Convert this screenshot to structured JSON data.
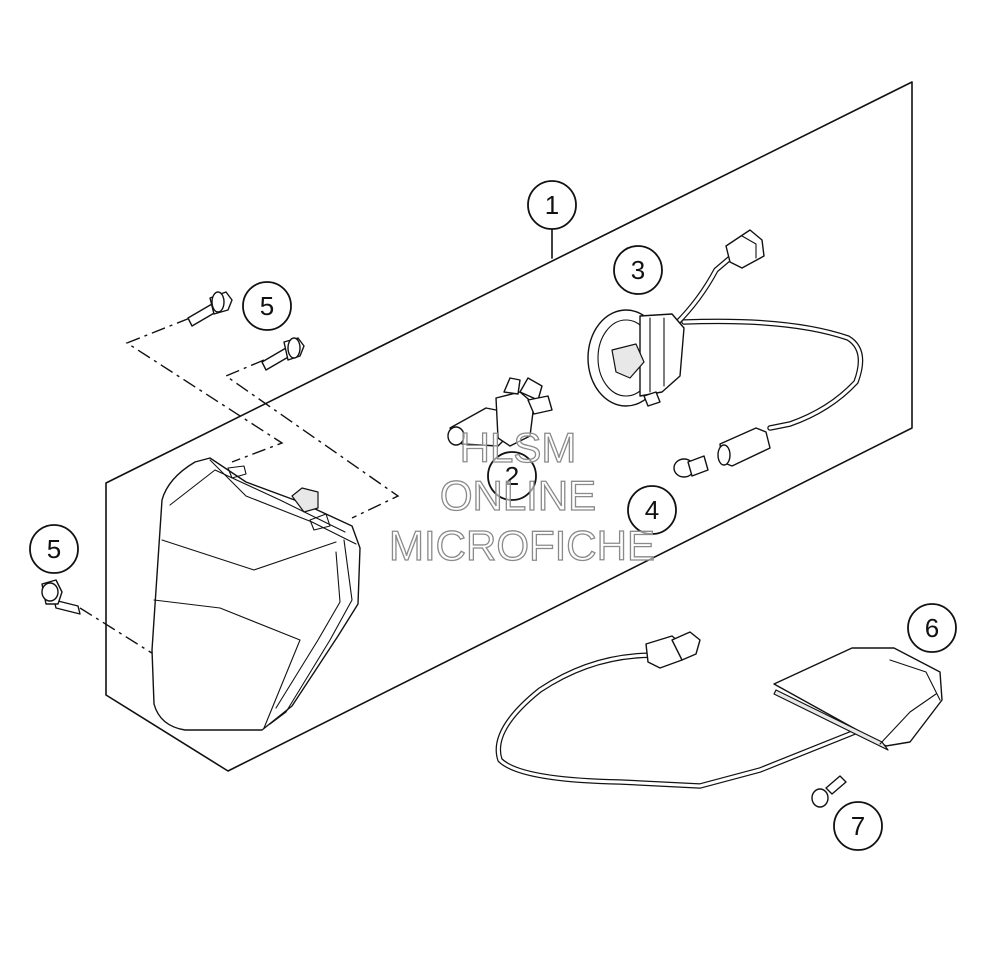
{
  "callouts": [
    {
      "label": "1"
    },
    {
      "label": "2"
    },
    {
      "label": "3"
    },
    {
      "label": "4"
    },
    {
      "label": "5"
    },
    {
      "label": "5"
    },
    {
      "label": "6"
    },
    {
      "label": "7"
    }
  ],
  "watermark": {
    "line1": "HLSM",
    "line2": "ONLINE",
    "line3": "MICROFICHE"
  }
}
